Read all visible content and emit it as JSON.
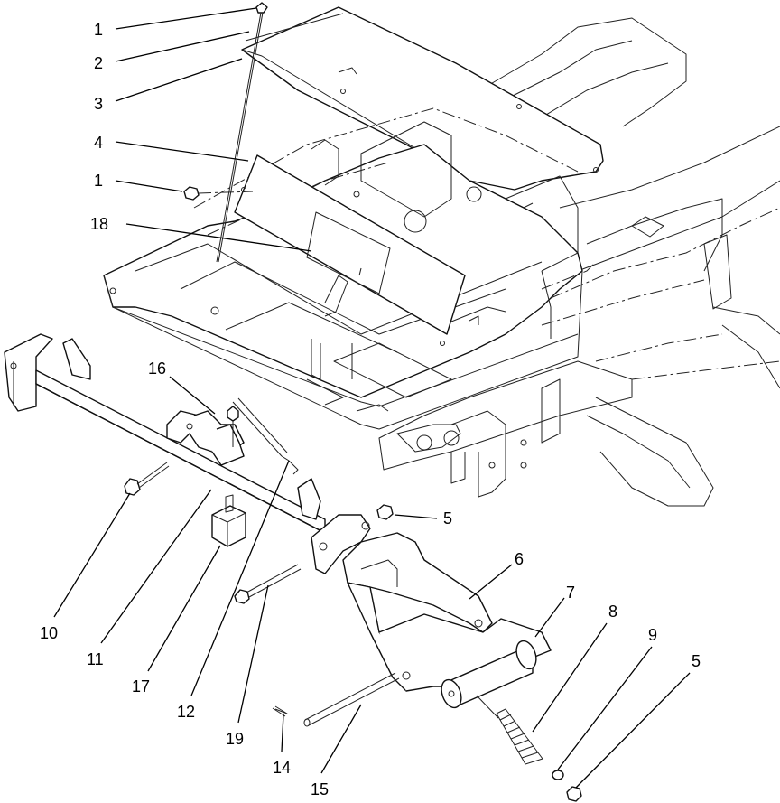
{
  "callouts": [
    {
      "id": "c1a",
      "label": "1"
    },
    {
      "id": "c2",
      "label": "2"
    },
    {
      "id": "c3",
      "label": "3"
    },
    {
      "id": "c4",
      "label": "4"
    },
    {
      "id": "c1b",
      "label": "1"
    },
    {
      "id": "c18",
      "label": "18"
    },
    {
      "id": "c16",
      "label": "16"
    },
    {
      "id": "c5a",
      "label": "5"
    },
    {
      "id": "c6",
      "label": "6"
    },
    {
      "id": "c7",
      "label": "7"
    },
    {
      "id": "c8",
      "label": "8"
    },
    {
      "id": "c9",
      "label": "9"
    },
    {
      "id": "c5b",
      "label": "5"
    },
    {
      "id": "c10",
      "label": "10"
    },
    {
      "id": "c11",
      "label": "11"
    },
    {
      "id": "c17",
      "label": "17"
    },
    {
      "id": "c12",
      "label": "12"
    },
    {
      "id": "c19",
      "label": "19"
    },
    {
      "id": "c14",
      "label": "14"
    },
    {
      "id": "c15",
      "label": "15"
    }
  ]
}
